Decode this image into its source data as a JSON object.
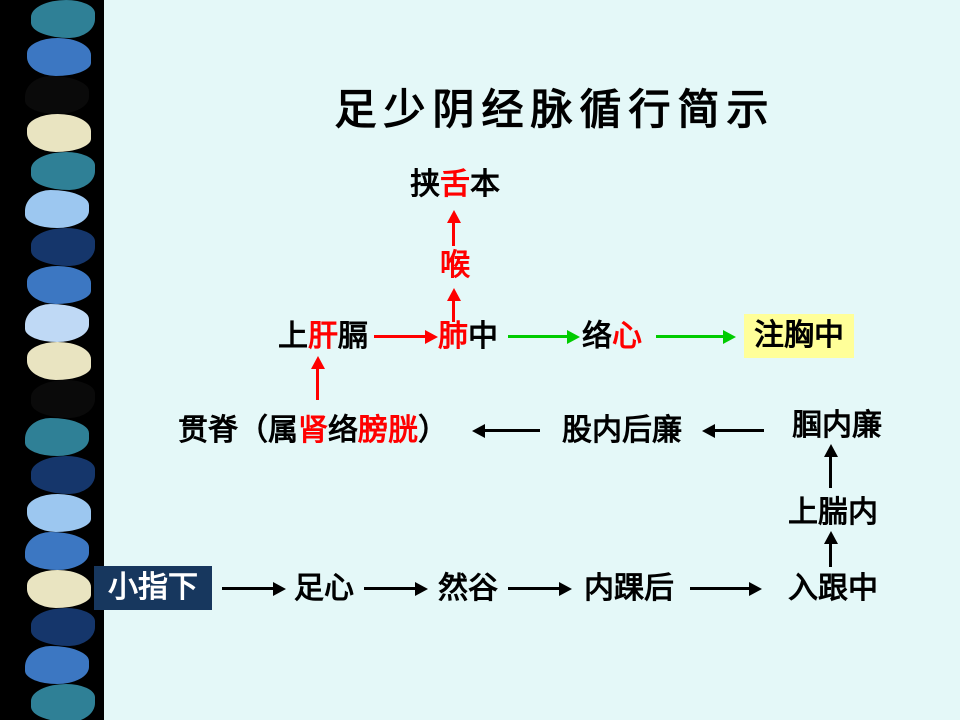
{
  "title": "足少阴经脉循行简示",
  "colors": {
    "background": "#e4f8f8",
    "red": "#ff0000",
    "green": "#00cc00",
    "highlight_bg": "#ffff99",
    "start_box_bg": "#17375e",
    "start_box_text": "#ffffff"
  },
  "flow": {
    "jiasheben": {
      "pre": "挟",
      "red": "舌",
      "post": "本"
    },
    "hou": {
      "red": "喉"
    },
    "shanggan": {
      "pre": "上",
      "red": "肝",
      "post": "膈"
    },
    "feizhong": {
      "red": "肺",
      "post": "中"
    },
    "luoxin": {
      "pre": "络",
      "red": "心"
    },
    "zhuxiong": {
      "label": "注胸中"
    },
    "guanji": {
      "p1": "贯脊（属",
      "red1": "肾",
      "p2": "络",
      "red2": "膀胱",
      "p3": "）"
    },
    "guneihoulian": {
      "label": "股内后廉"
    },
    "guoneilian": {
      "label": "腘内廉"
    },
    "shangshuannei": {
      "label": "上腨内"
    },
    "xiaozhixia": {
      "label": "小指下"
    },
    "zuxin": {
      "label": "足心"
    },
    "rangu": {
      "label": "然谷"
    },
    "neihuaihou": {
      "label": "内踝后"
    },
    "rugenzhong": {
      "label": "入跟中"
    }
  },
  "strip": {
    "segments": [
      "#2f8096",
      "#3c77c2",
      "#0a0a0a",
      "#e9e4c1",
      "#2f8096",
      "#9cc7f0",
      "#15366b",
      "#3c77c2",
      "#bfd9f5",
      "#e9e4c1",
      "#0a0a0a",
      "#2f8096",
      "#15366b",
      "#9cc7f0",
      "#3c77c2",
      "#e9e4c1",
      "#15366b",
      "#3c77c2",
      "#2f8096"
    ]
  }
}
